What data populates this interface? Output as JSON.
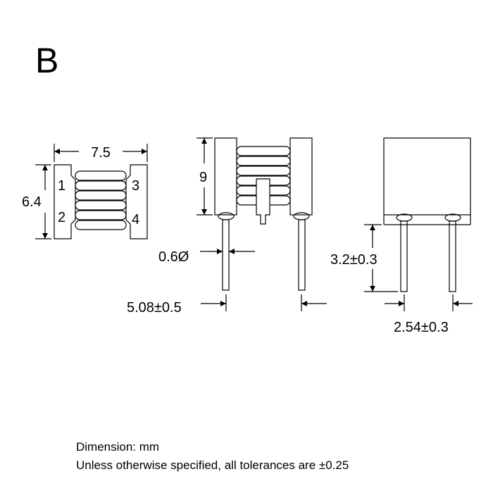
{
  "variant_letter": "B",
  "pins": [
    "1",
    "2",
    "3",
    "4"
  ],
  "dimensions": {
    "width": "7.5",
    "depth": "6.4",
    "height": "9",
    "lead_diameter": "0.6Ø",
    "pin_spacing": "5.08±0.5",
    "lead_length": "3.2±0.3",
    "lead_pitch": "2.54±0.3"
  },
  "notes": {
    "unit": "Dimension: mm",
    "tolerance": "Unless otherwise specified, all tolerances are ±0.25"
  },
  "colors": {
    "line": "#000000",
    "background": "#ffffff"
  }
}
